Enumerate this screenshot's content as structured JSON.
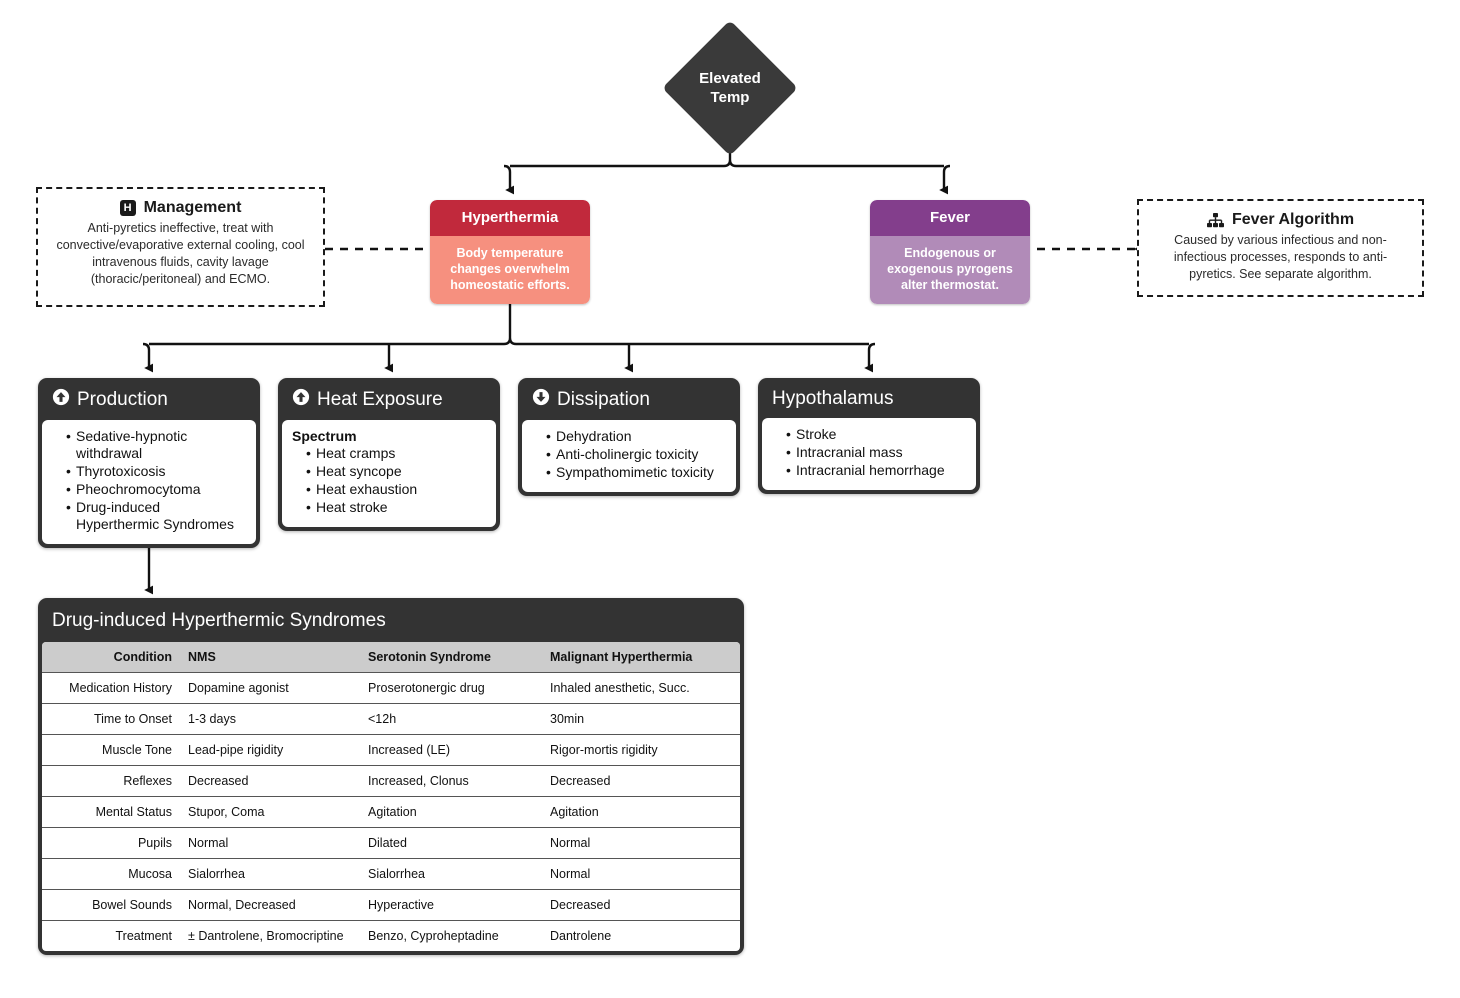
{
  "root": {
    "label_line1": "Elevated",
    "label_line2": "Temp",
    "color": "#3a3a3a"
  },
  "branches": {
    "hyperthermia": {
      "title": "Hyperthermia",
      "description": "Body temperature changes overwhelm homeostatic efforts.",
      "header_color": "#c1293c",
      "body_color": "#f6907f"
    },
    "fever": {
      "title": "Fever",
      "description": "Endogenous or exogenous pyrogens alter thermostat.",
      "header_color": "#833e8c",
      "body_color": "#b18bb8"
    }
  },
  "notes": {
    "management": {
      "icon": "hospital-icon",
      "icon_glyph": "H",
      "title": "Management",
      "text": "Anti-pyretics ineffective, treat with convective/evaporative external cooling, cool intravenous fluids, cavity lavage (thoracic/peritoneal) and ECMO."
    },
    "fever_algorithm": {
      "icon": "sitemap-icon",
      "title": "Fever Algorithm",
      "text": "Caused by various infectious and non-infectious processes, responds to anti-pyretics. See separate algorithm."
    }
  },
  "categories": [
    {
      "id": "production",
      "icon": "arrow-up-circle-icon",
      "title": "Production",
      "subheading": null,
      "items": [
        "Sedative-hypnotic withdrawal",
        "Thyrotoxicosis",
        "Pheochromocytoma",
        "Drug-induced Hyperthermic Syndromes"
      ]
    },
    {
      "id": "heat-exposure",
      "icon": "arrow-up-circle-icon",
      "title": "Heat Exposure",
      "subheading": "Spectrum",
      "items": [
        "Heat cramps",
        "Heat syncope",
        "Heat exhaustion",
        "Heat stroke"
      ]
    },
    {
      "id": "dissipation",
      "icon": "arrow-down-circle-icon",
      "title": "Dissipation",
      "subheading": null,
      "items": [
        "Dehydration",
        "Anti-cholinergic toxicity",
        "Sympathomimetic toxicity"
      ]
    },
    {
      "id": "hypothalamus",
      "icon": null,
      "title": "Hypothalamus",
      "subheading": null,
      "items": [
        "Stroke",
        "Intracranial mass",
        "Intracranial hemorrhage"
      ]
    }
  ],
  "table": {
    "title": "Drug-induced Hyperthermic Syndromes",
    "columns": [
      "Condition",
      "NMS",
      "Serotonin Syndrome",
      "Malignant Hyperthermia"
    ],
    "rows": [
      [
        "Medication History",
        "Dopamine agonist",
        "Proserotonergic drug",
        "Inhaled anesthetic, Succ."
      ],
      [
        "Time to Onset",
        "1-3 days",
        "<12h",
        "30min"
      ],
      [
        "Muscle Tone",
        "Lead-pipe rigidity",
        "Increased (LE)",
        "Rigor-mortis rigidity"
      ],
      [
        "Reflexes",
        "Decreased",
        "Increased, Clonus",
        "Decreased"
      ],
      [
        "Mental Status",
        "Stupor, Coma",
        "Agitation",
        "Agitation"
      ],
      [
        "Pupils",
        "Normal",
        "Dilated",
        "Normal"
      ],
      [
        "Mucosa",
        "Sialorrhea",
        "Sialorrhea",
        "Normal"
      ],
      [
        "Bowel Sounds",
        "Normal, Decreased",
        "Hyperactive",
        "Decreased"
      ],
      [
        "Treatment",
        "± Dantrolene, Bromocriptine",
        "Benzo, Cyproheptadine",
        "Dantrolene"
      ]
    ]
  }
}
